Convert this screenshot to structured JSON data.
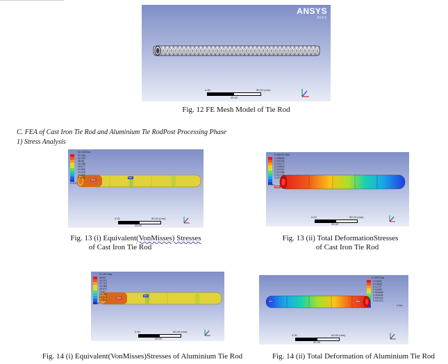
{
  "fig12": {
    "logo": "ANSYS",
    "version": "R14.5",
    "scale": {
      "start": "0.00",
      "mid": "25.00",
      "end": "50.00 (mm)"
    },
    "caption": "Fig. 12 FE Mesh Model of Tie Rod"
  },
  "section_heading": "C.    FEA of Cast Iron Tie Rod and Aluminium Tie RodPost Processing Phase",
  "subsection_heading": "1)    Stress Analysis",
  "fig13_i": {
    "legend_title": "52.136 Max",
    "legend_values": [
      "47.444",
      "42.752",
      "38.06",
      "33.368",
      "28.677",
      "23.985",
      "19.293",
      "14.601",
      "9.9092"
    ],
    "legend_min": "5.2167 Min",
    "tag_max": "Max",
    "tag_min": "Min",
    "scale": {
      "start": "0.00",
      "mid": "25.00",
      "end": "50.00 (mm)"
    },
    "caption_prefix": "Fig. 13 (i) Equivalent",
    "caption_underlined": "(VonMisses) Stresses",
    "caption_line2": "of Cast Iron Tie Rod"
  },
  "fig13_ii": {
    "legend_title": "0.066257 Max",
    "legend_values": [
      "0.058895",
      "0.051533",
      "0.044171",
      "0.036809",
      "0.029447",
      "0.022086",
      "0.014724",
      "0.0073619"
    ],
    "legend_min": "0 Min",
    "tag_max": "Max",
    "scale": {
      "start": "0.00",
      "mid": "25.00",
      "end": "50.00 (mm)"
    },
    "caption_line1": "Fig. 13 (ii) Total DeformationStresses",
    "caption_line2": "of Cast Iron Tie Rod"
  },
  "fig14_i": {
    "legend_title": "51.151 Max",
    "legend_values": [
      "46.53",
      "42.219",
      "37.794",
      "33.386",
      "28.978",
      "24.57",
      "20.162",
      "15.754",
      "11.346"
    ],
    "legend_min": "56.097 Min",
    "tag_max": "Max",
    "tag_min": "Min",
    "scale": {
      "start": "0.00",
      "mid": "25.00",
      "end": "50.00 (mm)"
    },
    "caption": "Fig. 14 (i) Equivalent(VonMisses)Stresses of Aluminium Tie Rod"
  },
  "fig14_ii": {
    "legend_title": "0.1909 Max",
    "legend_values": [
      "0.16969",
      "0.14848",
      "0.12727",
      "0.10606",
      "0.084848",
      "0.063636",
      "0.042424",
      "0.021212"
    ],
    "legend_min": "0 Min",
    "tag_max": "Max",
    "tag_min": "Min",
    "scale": {
      "start": "0.00",
      "mid": "30.00",
      "end": "60.00 (mm)"
    },
    "caption": "Fig. 14 (ii) Total Deformation of Aluminium Tie Rod"
  },
  "colors": {
    "viewport_top": "#7f8ec6",
    "viewport_bottom": "#e9ecf6",
    "stress_rod": "#e0d23a",
    "stress_high": "#d95a1e",
    "deform_red": "#e31c1c",
    "deform_blue": "#1f3ee0"
  }
}
